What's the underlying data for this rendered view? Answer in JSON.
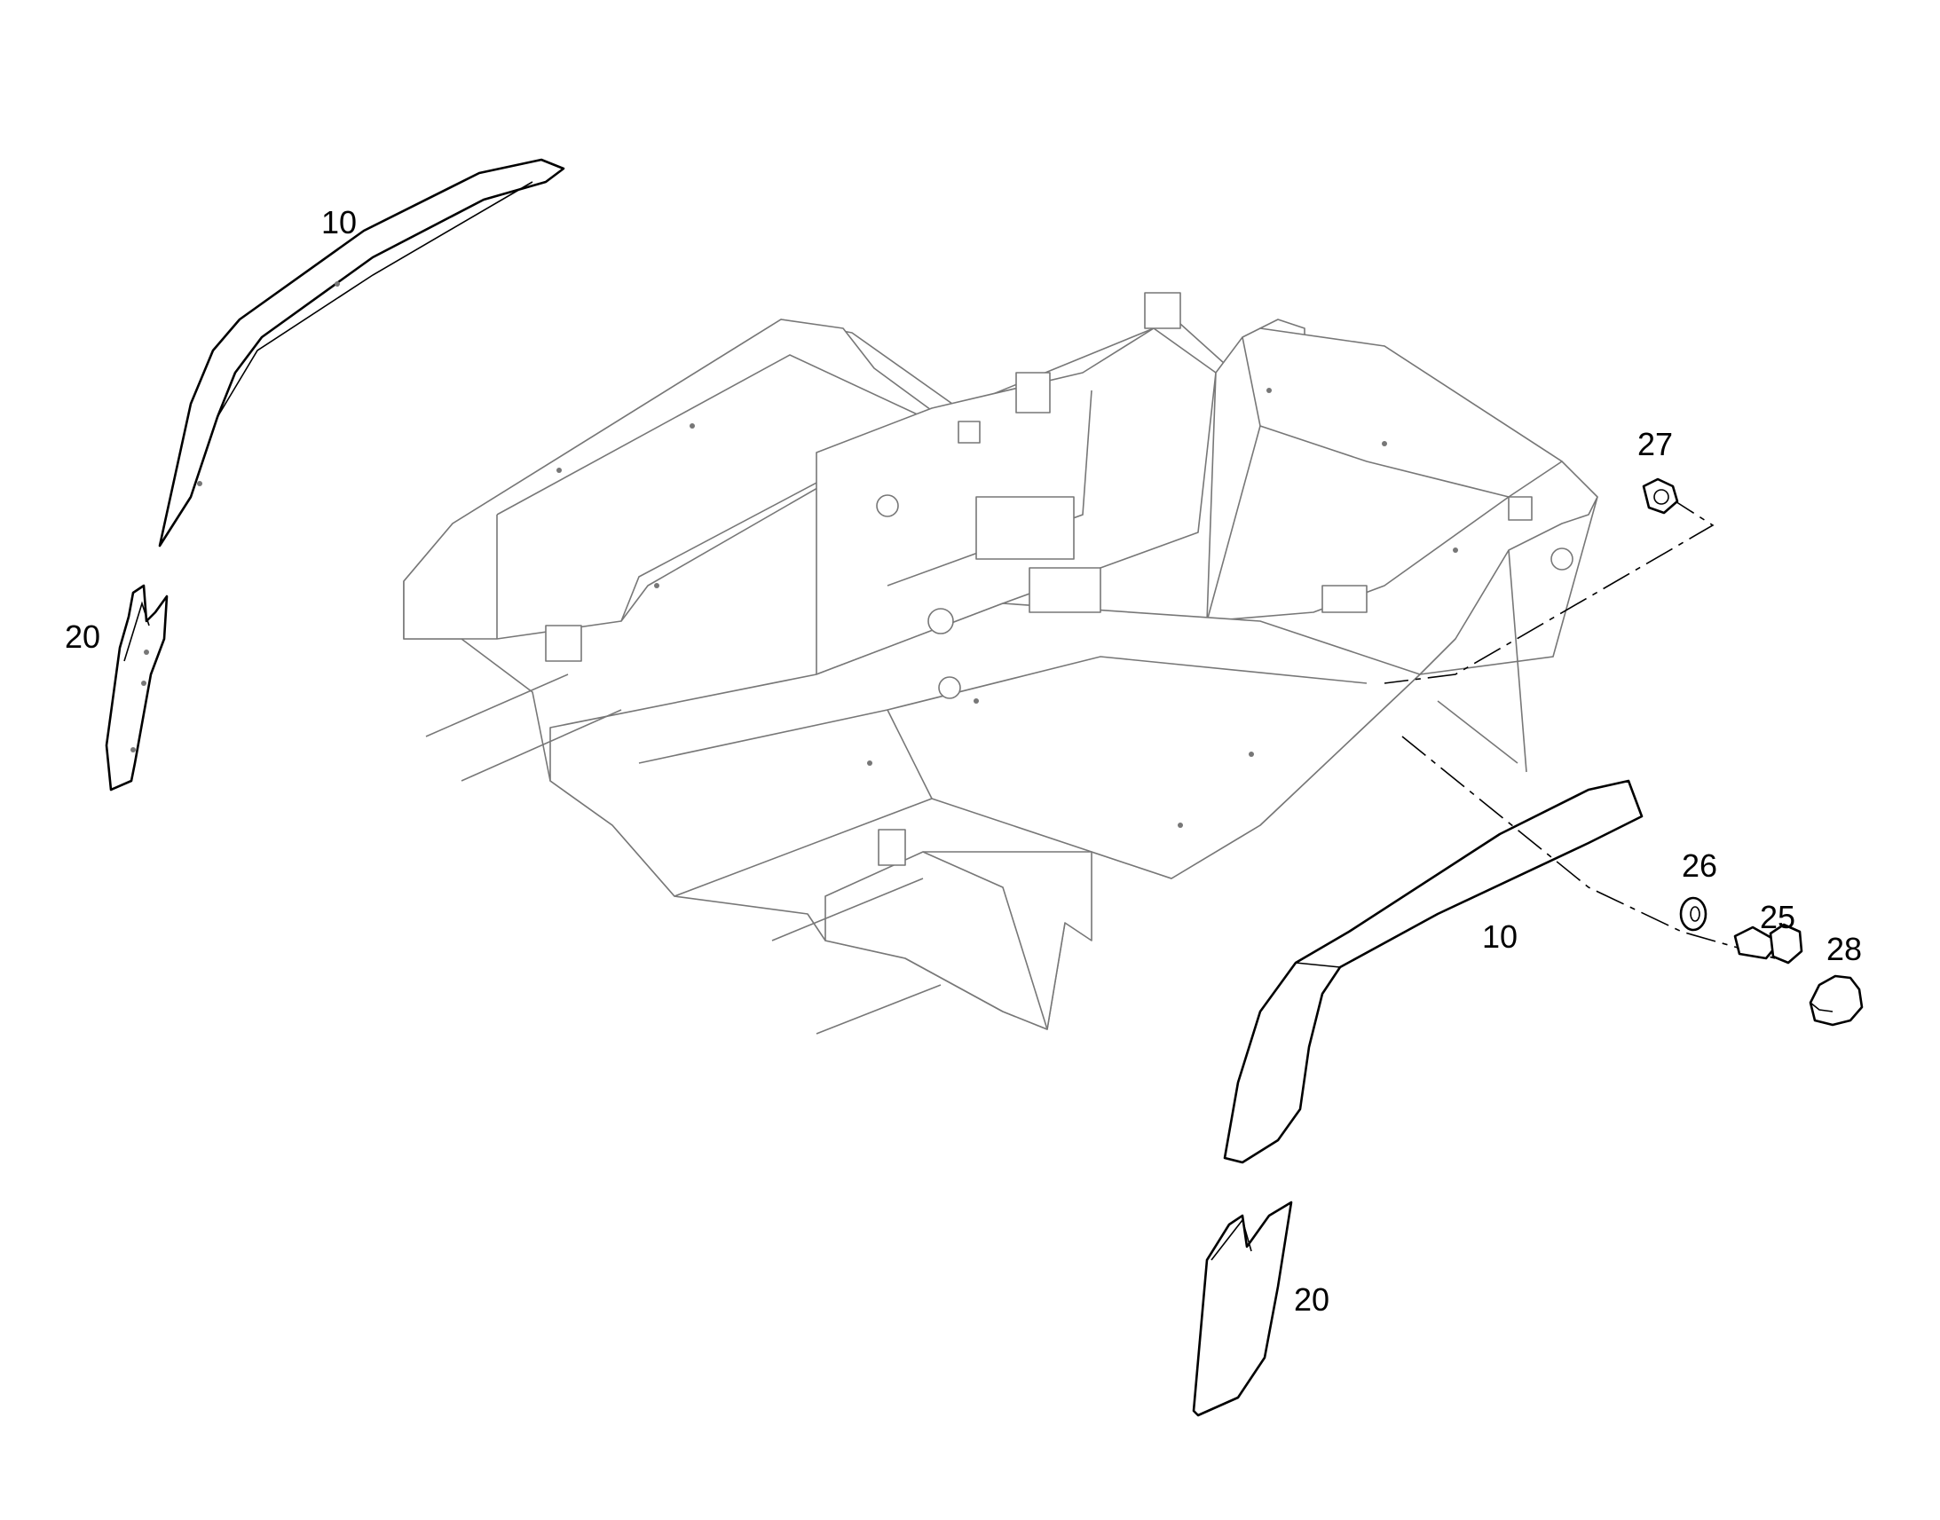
{
  "diagram": {
    "callouts": [
      {
        "id": "callout-10-upper",
        "text": "10"
      },
      {
        "id": "callout-20-left",
        "text": "20"
      },
      {
        "id": "callout-27",
        "text": "27"
      },
      {
        "id": "callout-26",
        "text": "26"
      },
      {
        "id": "callout-25",
        "text": "25"
      },
      {
        "id": "callout-28",
        "text": "28"
      },
      {
        "id": "callout-10-lower",
        "text": "10"
      },
      {
        "id": "callout-20-lower",
        "text": "20"
      }
    ],
    "parts": [
      {
        "number": "10",
        "icon": "fender-panel-icon"
      },
      {
        "number": "20",
        "icon": "fender-trim-strip-icon"
      },
      {
        "number": "25",
        "icon": "bolt-icon"
      },
      {
        "number": "26",
        "icon": "washer-icon"
      },
      {
        "number": "27",
        "icon": "hex-nut-icon"
      },
      {
        "number": "28",
        "icon": "cap-icon"
      }
    ]
  }
}
